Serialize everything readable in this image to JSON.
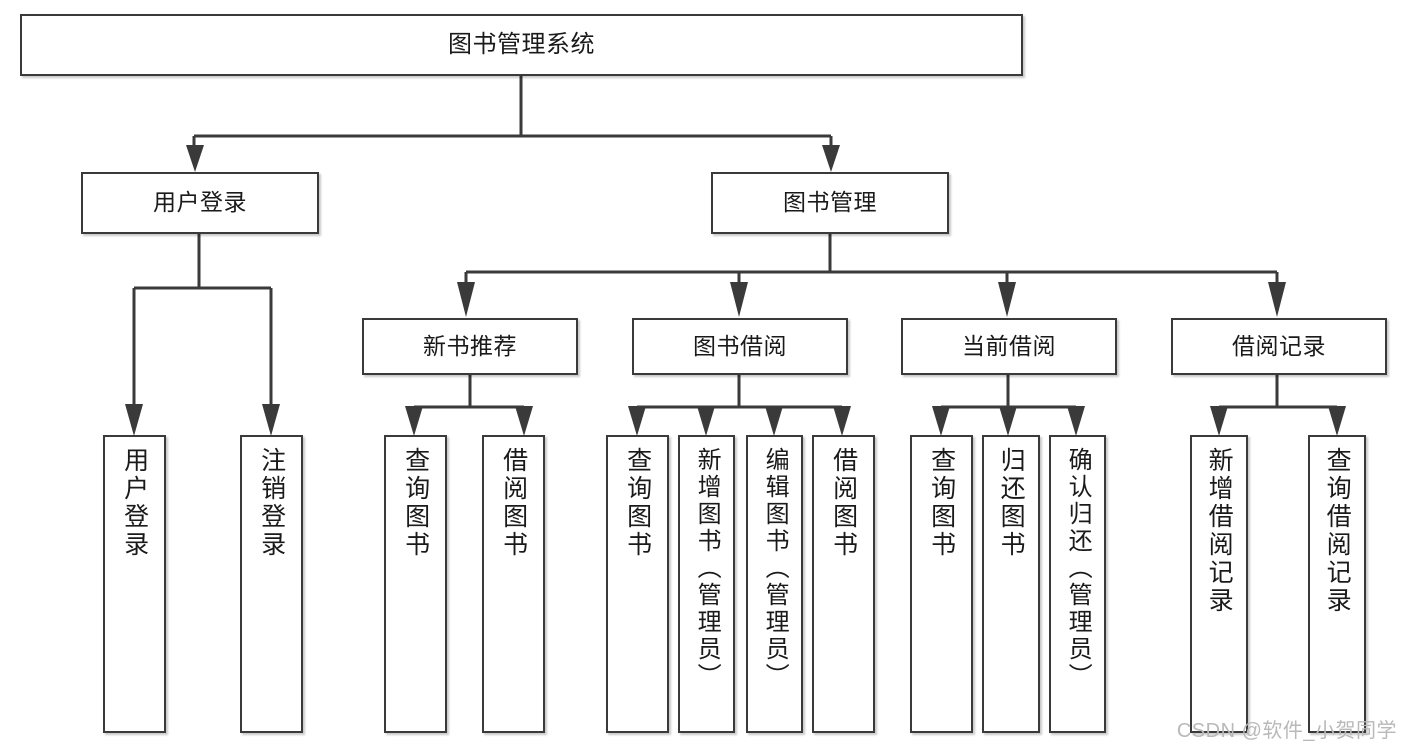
{
  "diagram": {
    "title": "图书管理系统",
    "type": "tree-hierarchy",
    "watermark": "CSDN @软件_小贺同学",
    "colors": {
      "box_border": "#3a3a3a",
      "box_fill": "#ffffff",
      "connector": "#3a3a3a",
      "text": "#1a1a1a",
      "watermark": "#b9b9b9"
    },
    "nodes": {
      "root": {
        "label": "图书管理系统",
        "level": 0
      },
      "l1": [
        {
          "id": "user-login",
          "label": "用户登录",
          "level": 1
        },
        {
          "id": "book-management",
          "label": "图书管理",
          "level": 1
        }
      ],
      "l2": [
        {
          "id": "new-book-recommend",
          "label": "新书推荐",
          "level": 2,
          "parent": "book-management"
        },
        {
          "id": "book-borrow",
          "label": "图书借阅",
          "level": 2,
          "parent": "book-management"
        },
        {
          "id": "current-borrow",
          "label": "当前借阅",
          "level": 2,
          "parent": "book-management"
        },
        {
          "id": "borrow-record",
          "label": "借阅记录",
          "level": 2,
          "parent": "book-management"
        }
      ],
      "leaves": {
        "user-login": [
          {
            "id": "leaf-user-login",
            "label": "用户登录"
          },
          {
            "id": "leaf-logout-login",
            "label": "注销登录"
          }
        ],
        "new-book-recommend": [
          {
            "id": "leaf-query-book-1",
            "label": "查询图书"
          },
          {
            "id": "leaf-borrow-book-1",
            "label": "借阅图书"
          }
        ],
        "book-borrow": [
          {
            "id": "leaf-query-book-2",
            "label": "查询图书"
          },
          {
            "id": "leaf-add-book",
            "label": "新增图书（管理员）"
          },
          {
            "id": "leaf-edit-book",
            "label": "编辑图书（管理员）"
          },
          {
            "id": "leaf-borrow-book-2",
            "label": "借阅图书"
          }
        ],
        "current-borrow": [
          {
            "id": "leaf-query-book-3",
            "label": "查询图书"
          },
          {
            "id": "leaf-return-book",
            "label": "归还图书"
          },
          {
            "id": "leaf-confirm-return",
            "label": "确认归还（管理员）"
          }
        ],
        "borrow-record": [
          {
            "id": "leaf-add-record",
            "label": "新增借阅记录"
          },
          {
            "id": "leaf-query-record",
            "label": "查询借阅记录"
          }
        ]
      }
    }
  }
}
